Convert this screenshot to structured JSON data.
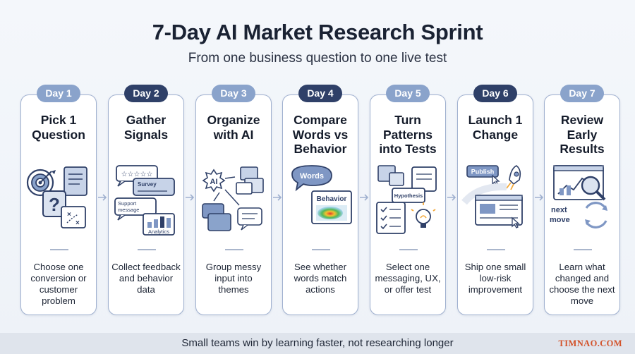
{
  "title": "7-Day AI Market Research Sprint",
  "subtitle": "From one business question to one live test",
  "days": [
    {
      "badge": "Day 1",
      "title": "Pick 1 Question",
      "desc": "Choose one conversion or customer problem",
      "icon": "target-question-icon"
    },
    {
      "badge": "Day 2",
      "title": "Gather Signals",
      "desc": "Collect feedback and behavior data",
      "icon": "feedback-analytics-icon",
      "icon_labels": {
        "survey": "Survey",
        "support": "Support message",
        "analytics": "Analytics"
      }
    },
    {
      "badge": "Day 3",
      "title": "Organize with AI",
      "desc": "Group messy input into themes",
      "icon": "ai-sorting-icon",
      "icon_labels": {
        "ai": "AI"
      }
    },
    {
      "badge": "Day 4",
      "title": "Compare Words vs Behavior",
      "desc": "See whether words match actions",
      "icon": "words-vs-heatmap-icon",
      "icon_labels": {
        "words": "Words",
        "behavior": "Behavior"
      }
    },
    {
      "badge": "Day 5",
      "title": "Turn Patterns into Tests",
      "desc": "Select one messaging, UX, or offer test",
      "icon": "hypothesis-lightbulb-icon",
      "icon_labels": {
        "hypothesis": "Hypothesis"
      }
    },
    {
      "badge": "Day 6",
      "title": "Launch 1 Change",
      "desc": "Ship one small low-risk improvement",
      "icon": "publish-rocket-icon",
      "icon_labels": {
        "publish": "Publish"
      }
    },
    {
      "badge": "Day 7",
      "title": "Review Early Results",
      "desc": "Learn what changed and choose the next move",
      "icon": "results-cycle-icon",
      "icon_labels": {
        "next": "next move"
      }
    }
  ],
  "footer": "Small teams win by learning faster, not researching longer",
  "brand": "TIMNAO.COM",
  "colors": {
    "badge_light": "#8aa3cb",
    "badge_dark": "#2f4068",
    "card_border": "#9fb0cf",
    "icon_blue": "#7f97c4",
    "brand": "#d3522a"
  }
}
